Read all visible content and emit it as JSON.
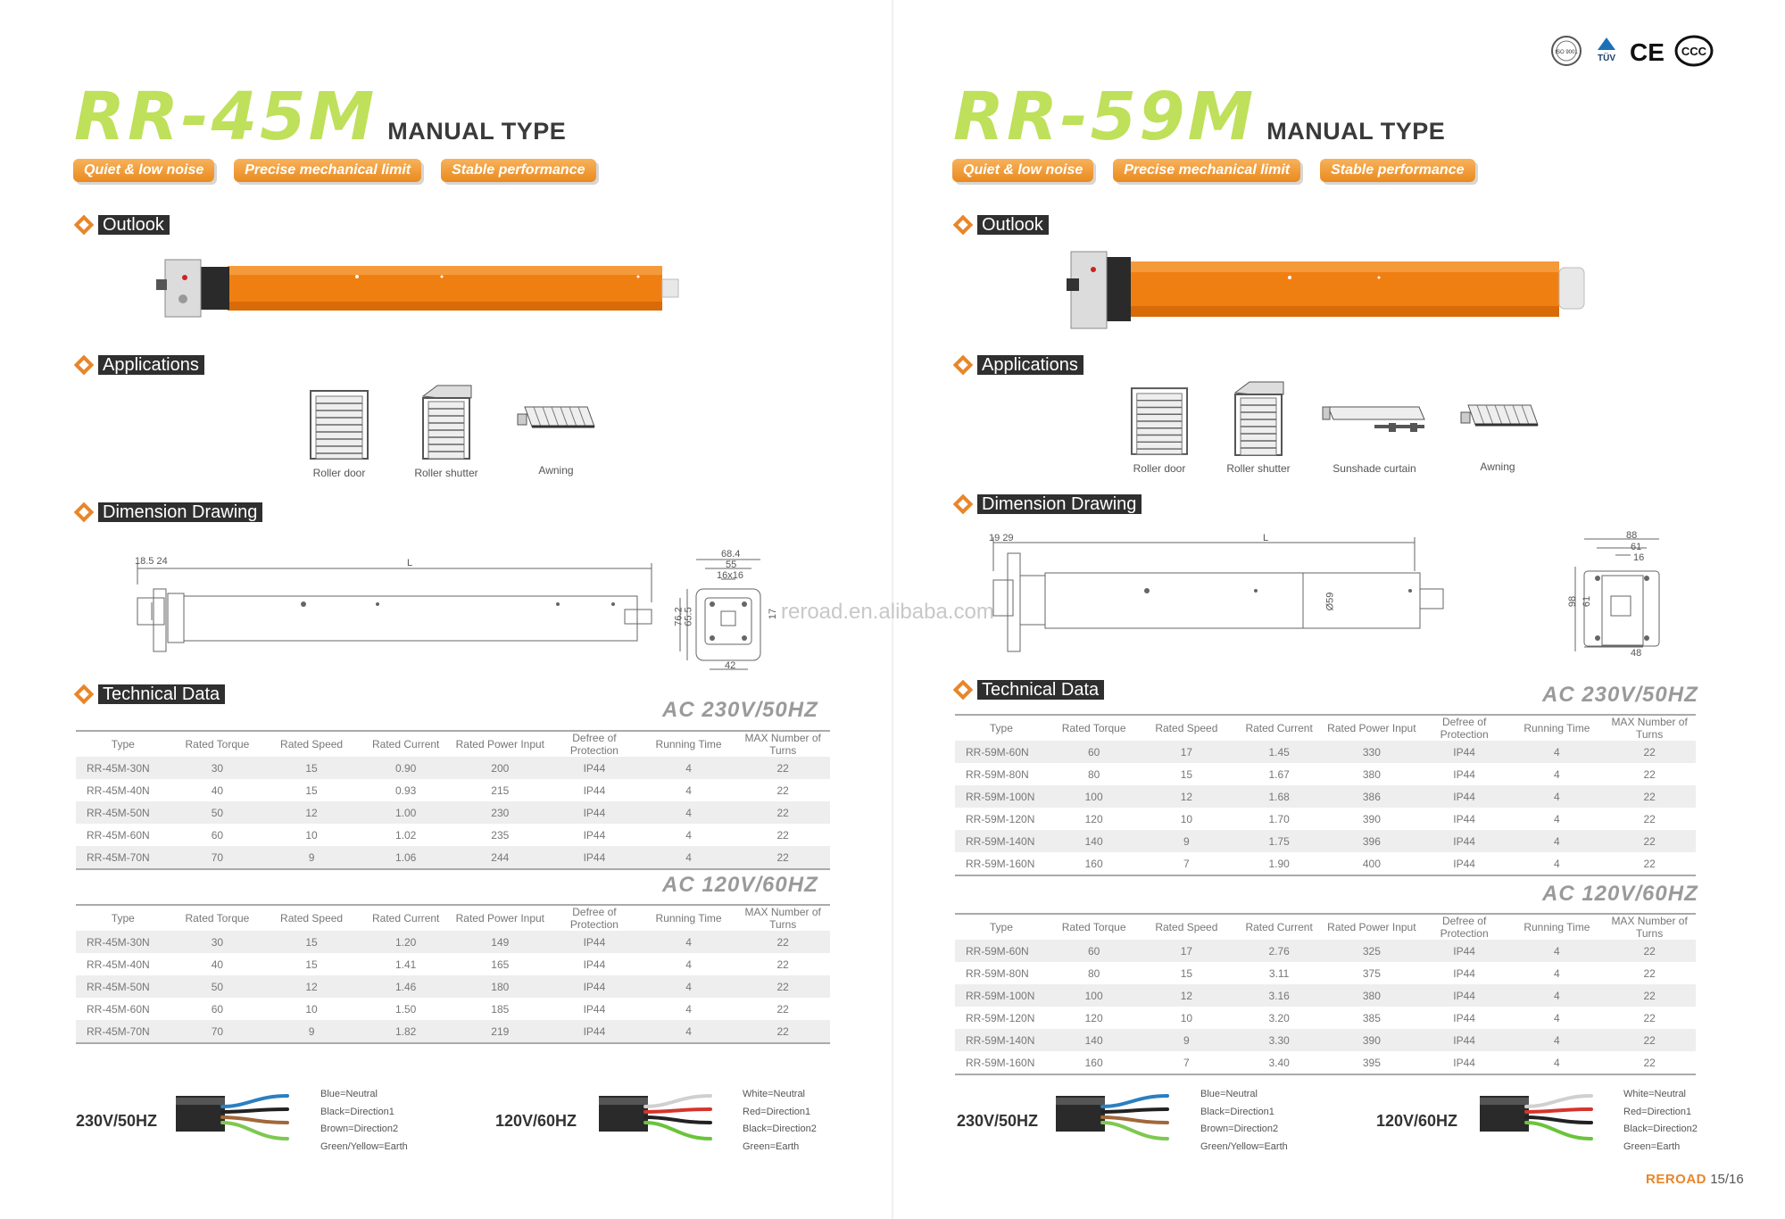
{
  "badges": [
    "ISO 9001",
    "TÜV",
    "CE",
    "CCC"
  ],
  "brand": {
    "name": "REROAD",
    "pages": "15/16"
  },
  "watermark": "reroad.en.alibaba.com",
  "left": {
    "model": "RR-45M",
    "type_label": "MANUAL TYPE",
    "tags": [
      "Quiet & low noise",
      "Precise mechanical limit",
      "Stable performance"
    ],
    "sections": {
      "outlook": "Outlook",
      "applications": "Applications",
      "dimension": "Dimension Drawing",
      "technical": "Technical  Data"
    },
    "applications": [
      "Roller door",
      "Roller shutter",
      "Awning"
    ],
    "dimensions": {
      "d1": "18.5",
      "d2": "24",
      "L": "L",
      "end_w1": "68.4",
      "end_w2": "55",
      "end_sq": "16x16",
      "end_h1": "76.2",
      "end_h2": "65.5",
      "end_r": "17",
      "end_b": "42"
    },
    "tables": [
      {
        "freq": "AC 230V/50HZ",
        "headers": [
          "Type",
          "Rated Torque",
          "Rated Speed",
          "Rated Current",
          "Rated Power Input",
          "Defree of Protection",
          "Running Time",
          "MAX Number of Turns"
        ],
        "rows": [
          [
            "RR-45M-30N",
            "30",
            "15",
            "0.90",
            "200",
            "IP44",
            "4",
            "22"
          ],
          [
            "RR-45M-40N",
            "40",
            "15",
            "0.93",
            "215",
            "IP44",
            "4",
            "22"
          ],
          [
            "RR-45M-50N",
            "50",
            "12",
            "1.00",
            "230",
            "IP44",
            "4",
            "22"
          ],
          [
            "RR-45M-60N",
            "60",
            "10",
            "1.02",
            "235",
            "IP44",
            "4",
            "22"
          ],
          [
            "RR-45M-70N",
            "70",
            "9",
            "1.06",
            "244",
            "IP44",
            "4",
            "22"
          ]
        ]
      },
      {
        "freq": "AC 120V/60HZ",
        "headers": [
          "Type",
          "Rated Torque",
          "Rated Speed",
          "Rated Current",
          "Rated Power Input",
          "Defree of Protection",
          "Running Time",
          "MAX Number of Turns"
        ],
        "rows": [
          [
            "RR-45M-30N",
            "30",
            "15",
            "1.20",
            "149",
            "IP44",
            "4",
            "22"
          ],
          [
            "RR-45M-40N",
            "40",
            "15",
            "1.41",
            "165",
            "IP44",
            "4",
            "22"
          ],
          [
            "RR-45M-50N",
            "50",
            "12",
            "1.46",
            "180",
            "IP44",
            "4",
            "22"
          ],
          [
            "RR-45M-60N",
            "60",
            "10",
            "1.50",
            "185",
            "IP44",
            "4",
            "22"
          ],
          [
            "RR-45M-70N",
            "70",
            "9",
            "1.82",
            "219",
            "IP44",
            "4",
            "22"
          ]
        ]
      }
    ],
    "wiring": [
      {
        "label": "230V/50HZ",
        "legend": [
          "Blue=Neutral",
          "Black=Direction1",
          "Brown=Direction2",
          "Green/Yellow=Earth"
        ],
        "colors": [
          "#2a7fc0",
          "#222222",
          "#a0683a",
          "#7ec850"
        ]
      },
      {
        "label": "120V/60HZ",
        "legend": [
          "White=Neutral",
          "Red=Direction1",
          "Black=Direction2",
          "Green=Earth"
        ],
        "colors": [
          "#e8e8e8",
          "#d6342a",
          "#222222",
          "#6ac43a"
        ]
      }
    ]
  },
  "right": {
    "model": "RR-59M",
    "type_label": "MANUAL TYPE",
    "tags": [
      "Quiet & low noise",
      "Precise mechanical limit",
      "Stable performance"
    ],
    "sections": {
      "outlook": "Outlook",
      "applications": "Applications",
      "dimension": "Dimension Drawing",
      "technical": "Technical  Data"
    },
    "applications": [
      "Roller door",
      "Roller shutter",
      "Sunshade curtain",
      "Awning"
    ],
    "dimensions": {
      "d1": "19",
      "d2": "29",
      "L": "L",
      "dia": "Ø59",
      "end_w1": "88",
      "end_w2": "61",
      "end_sq": "16",
      "end_h1": "98",
      "end_h2": "61",
      "end_b": "48"
    },
    "tables": [
      {
        "freq": "AC 230V/50HZ",
        "headers": [
          "Type",
          "Rated Torque",
          "Rated Speed",
          "Rated Current",
          "Rated Power Input",
          "Defree of Protection",
          "Running Time",
          "MAX Number of Turns"
        ],
        "rows": [
          [
            "RR-59M-60N",
            "60",
            "17",
            "1.45",
            "330",
            "IP44",
            "4",
            "22"
          ],
          [
            "RR-59M-80N",
            "80",
            "15",
            "1.67",
            "380",
            "IP44",
            "4",
            "22"
          ],
          [
            "RR-59M-100N",
            "100",
            "12",
            "1.68",
            "386",
            "IP44",
            "4",
            "22"
          ],
          [
            "RR-59M-120N",
            "120",
            "10",
            "1.70",
            "390",
            "IP44",
            "4",
            "22"
          ],
          [
            "RR-59M-140N",
            "140",
            "9",
            "1.75",
            "396",
            "IP44",
            "4",
            "22"
          ],
          [
            "RR-59M-160N",
            "160",
            "7",
            "1.90",
            "400",
            "IP44",
            "4",
            "22"
          ]
        ]
      },
      {
        "freq": "AC 120V/60HZ",
        "headers": [
          "Type",
          "Rated Torque",
          "Rated Speed",
          "Rated Current",
          "Rated Power Input",
          "Defree of Protection",
          "Running Time",
          "MAX Number of Turns"
        ],
        "rows": [
          [
            "RR-59M-60N",
            "60",
            "17",
            "2.76",
            "325",
            "IP44",
            "4",
            "22"
          ],
          [
            "RR-59M-80N",
            "80",
            "15",
            "3.11",
            "375",
            "IP44",
            "4",
            "22"
          ],
          [
            "RR-59M-100N",
            "100",
            "12",
            "3.16",
            "380",
            "IP44",
            "4",
            "22"
          ],
          [
            "RR-59M-120N",
            "120",
            "10",
            "3.20",
            "385",
            "IP44",
            "4",
            "22"
          ],
          [
            "RR-59M-140N",
            "140",
            "9",
            "3.30",
            "390",
            "IP44",
            "4",
            "22"
          ],
          [
            "RR-59M-160N",
            "160",
            "7",
            "3.40",
            "395",
            "IP44",
            "4",
            "22"
          ]
        ]
      }
    ],
    "wiring": [
      {
        "label": "230V/50HZ",
        "legend": [
          "Blue=Neutral",
          "Black=Direction1",
          "Brown=Direction2",
          "Green/Yellow=Earth"
        ],
        "colors": [
          "#2a7fc0",
          "#222222",
          "#a0683a",
          "#7ec850"
        ]
      },
      {
        "label": "120V/60HZ",
        "legend": [
          "White=Neutral",
          "Red=Direction1",
          "Black=Direction2",
          "Green=Earth"
        ],
        "colors": [
          "#e8e8e8",
          "#d6342a",
          "#222222",
          "#6ac43a"
        ]
      }
    ]
  }
}
